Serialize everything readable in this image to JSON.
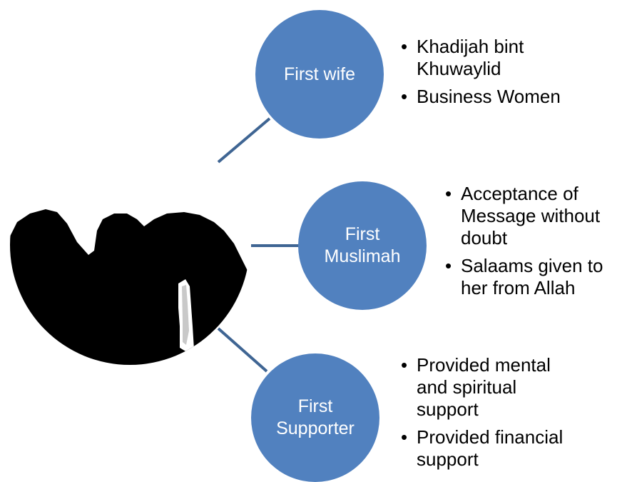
{
  "diagram": {
    "nodes": [
      {
        "label": "First wife",
        "bullets": [
          "Khadijah bint\nKhuwaylid",
          "Business Women"
        ]
      },
      {
        "label": "First\nMuslimah",
        "bullets": [
          "Acceptance of\nMessage without\ndoubt",
          "Salaams given to\nher from Allah"
        ]
      },
      {
        "label": "First\nSupporter",
        "bullets": [
          "Provided mental\nand spiritual\nsupport",
          "Provided financial\nsupport"
        ]
      }
    ]
  },
  "colors": {
    "node_fill": "#5181bf",
    "connector": "#3f6593",
    "silhouette": "#000000"
  },
  "icons": {
    "central_image": "veiled-women-silhouette"
  }
}
